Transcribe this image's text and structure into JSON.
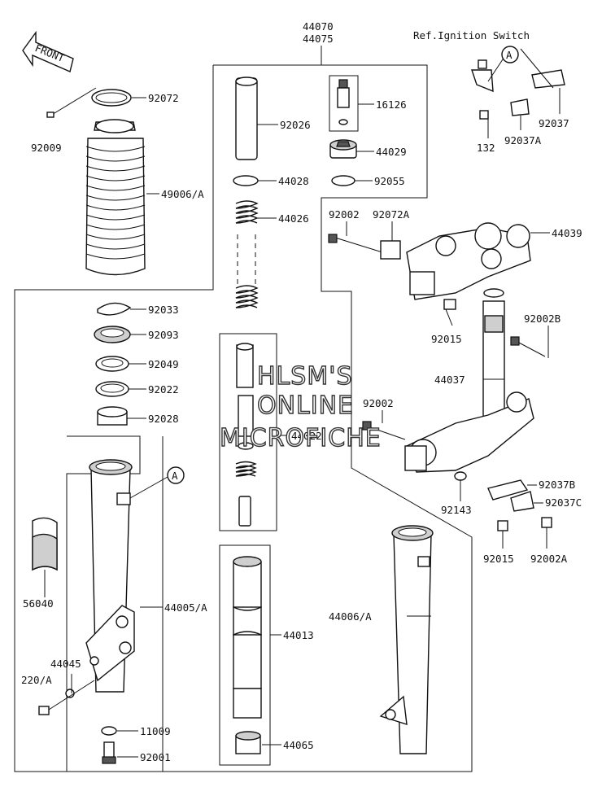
{
  "front_arrow_label": "FRONT",
  "ref_note": "Ref.Ignition Switch",
  "callout_marker": "A",
  "watermark": [
    "HLSM'S",
    "ONLINE",
    "MICROFICHE"
  ],
  "parts": {
    "p44070": "44070",
    "p44075": "44075",
    "p92072": "92072",
    "p92009": "92009",
    "p49006A": "49006/A",
    "p92026": "92026",
    "p16126": "16126",
    "p44029": "44029",
    "p44028": "44028",
    "p92055": "92055",
    "p44026": "44026",
    "p92002_top": "92002",
    "p92072A": "92072A",
    "p44039": "44039",
    "p92033": "92033",
    "p92093": "92093",
    "p92049": "92049",
    "p92022": "92022",
    "p92028": "92028",
    "p92015_top": "92015",
    "p92002B": "92002B",
    "p44037": "44037",
    "p92002_mid": "92002",
    "p44022": "44022",
    "p92037": "92037",
    "p132": "132",
    "p92037A": "92037A",
    "p92037B": "92037B",
    "p92037C": "92037C",
    "p92143": "92143",
    "p92015_bot": "92015",
    "p92002A": "92002A",
    "p56040": "56040",
    "p44005A": "44005/A",
    "p44006A": "44006/A",
    "p44013": "44013",
    "p44045": "44045",
    "p220A": "220/A",
    "p11009": "11009",
    "p92001": "92001",
    "p44065": "44065"
  }
}
